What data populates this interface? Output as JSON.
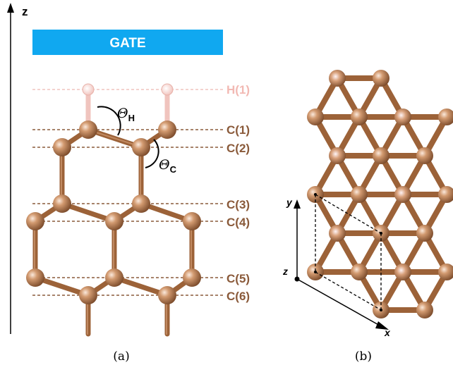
{
  "panel_a": {
    "z_axis_label": "z",
    "gate_label": "GATE",
    "layer_labels": [
      "H(1)",
      "C(1)",
      "C(2)",
      "C(3)",
      "C(4)",
      "C(5)",
      "C(6)"
    ],
    "theta_h": {
      "symbol": "Θ",
      "sub": "H"
    },
    "theta_c": {
      "symbol": "Θ",
      "sub": "C"
    },
    "caption": "(a)"
  },
  "panel_b": {
    "axis_labels": {
      "y": "y",
      "z": "z",
      "x": "x"
    },
    "caption": "(b)"
  },
  "colors": {
    "gate_blue": "#10a8f0",
    "carbon_bond": "#9c6238",
    "hydrogen_bond": "#f0c4be",
    "label_brown": "#8a5a3a",
    "hydrogen_label": "#f2b9b3"
  }
}
